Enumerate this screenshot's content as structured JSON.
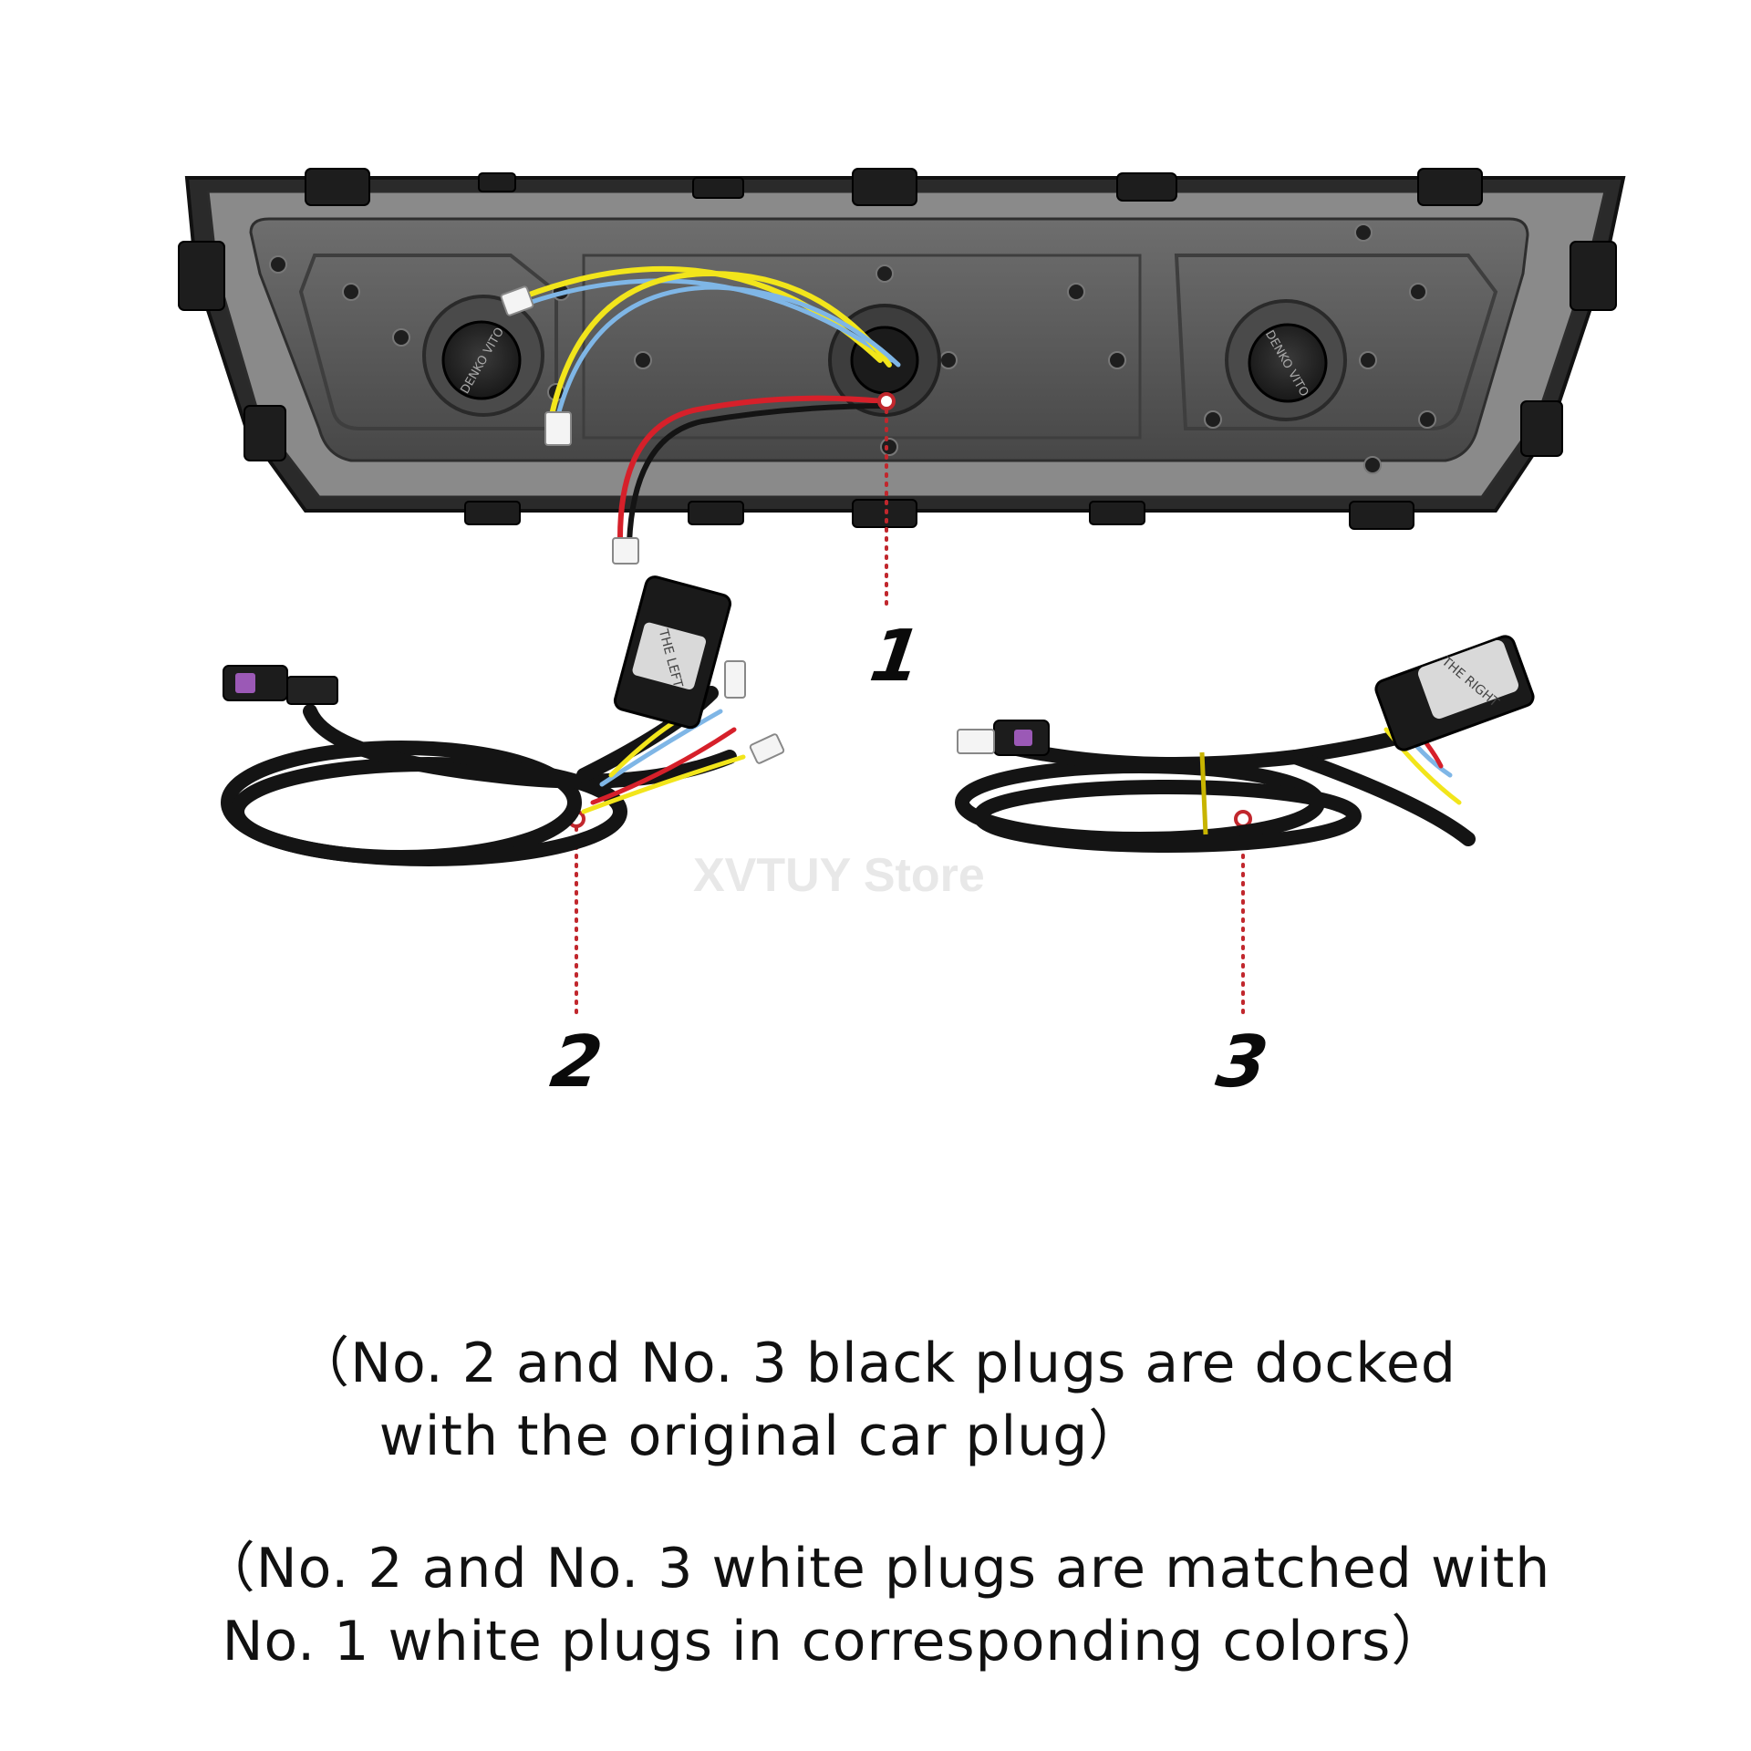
{
  "watermark": "XVTUY Store",
  "callouts": {
    "one": "1",
    "two": "2",
    "three": "3"
  },
  "tags": {
    "left": "THE LEFT",
    "right": "THE RIGHT"
  },
  "lamp_badge": "DENKO VITO",
  "captions": {
    "first": [
      "（No. 2 and No. 3 black plugs are docked",
      "with the original car plug）"
    ],
    "second": [
      "（No. 2 and No. 3 white plugs are matched with",
      "No. 1 white plugs in corresponding colors）"
    ]
  },
  "colors": {
    "housing": "#5b5b5b",
    "wire_yellow": "#f2e51b",
    "wire_blue": "#7fb6e6",
    "wire_red": "#d6202a",
    "cable_black": "#141414",
    "callout_red": "#c1272d",
    "tag_gray": "#d9d9d9"
  }
}
